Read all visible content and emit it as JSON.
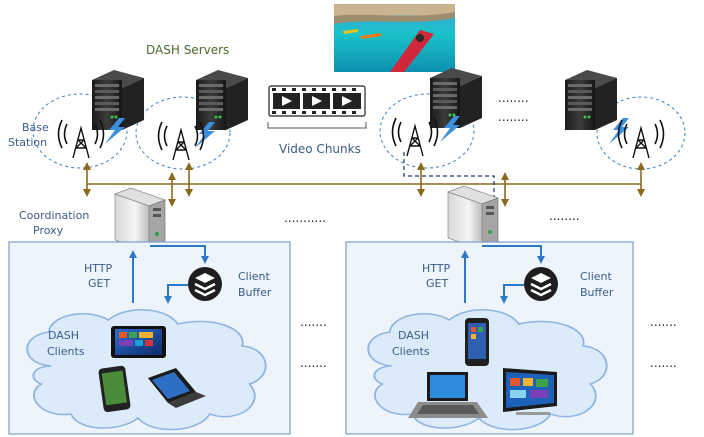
{
  "labels": {
    "dash_servers": "DASH Servers",
    "base_station_line1": "Base",
    "base_station_line2": "Station",
    "video_chunks": "Video Chunks",
    "coordination_line1": "Coordination",
    "coordination_line2": "Proxy",
    "http_line1": "HTTP",
    "http_line2": "GET",
    "client_line1": "Client",
    "client_line2": "Buffer",
    "dash_line1": "DASH",
    "dash_line2": "Clients",
    "ellipsis_top_a": "........",
    "ellipsis_top_b": "........",
    "ellipsis_mid_a": "...........",
    "ellipsis_mid_b": "........",
    "ellipsis_side": "......."
  },
  "colors": {
    "label_green": "#4a6b2a",
    "label_blue": "#3a5d86",
    "bus": "#8b6a1e",
    "arrow_blue": "#2e79c7",
    "panel_fill": "#eef4fb",
    "panel_stroke": "#7f9ec4",
    "cloud_fill": "#dcebfa",
    "cloud_stroke": "#8db4e2",
    "bolt": "#3b8fdc",
    "dashed": "#1f3864"
  },
  "icons": {
    "server": "server-rack-icon",
    "tower": "radio-tower-icon",
    "proxy": "tower-pc-icon",
    "buffer": "stacked-layers-icon",
    "chunks": "film-strip-icon",
    "photo": "kayak-photo"
  }
}
